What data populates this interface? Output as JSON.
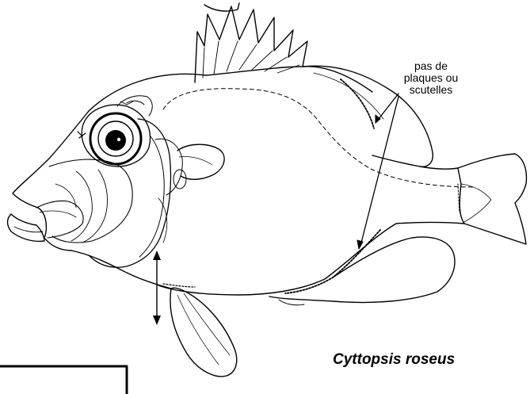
{
  "annotation": {
    "line1": "pas de",
    "line2": "plaques ou",
    "line3": "scutelles"
  },
  "species_label": "Cyttopsis roseus",
  "colors": {
    "ink": "#000000",
    "background": "#ffffff"
  }
}
